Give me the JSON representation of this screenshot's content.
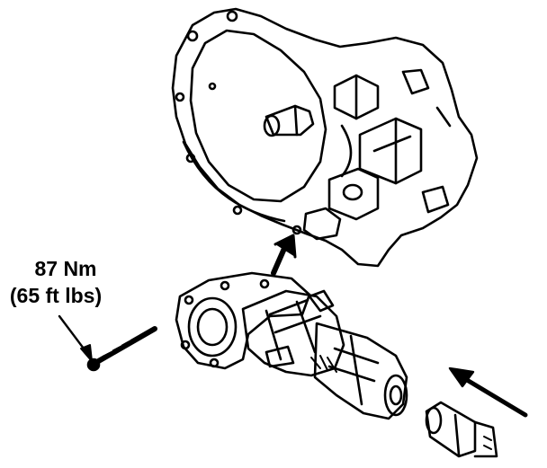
{
  "labels": {
    "torque_nm": "87 Nm",
    "torque_ftlbs": "(65 ft lbs)"
  },
  "colors": {
    "ink": "#000000",
    "paper": "#ffffff"
  },
  "parts": {
    "transaxle": "transaxle-housing",
    "transfer_case": "transfer-case-assembly",
    "shaft": "drive-shaft-stub",
    "bolt": "mounting-bolt"
  }
}
